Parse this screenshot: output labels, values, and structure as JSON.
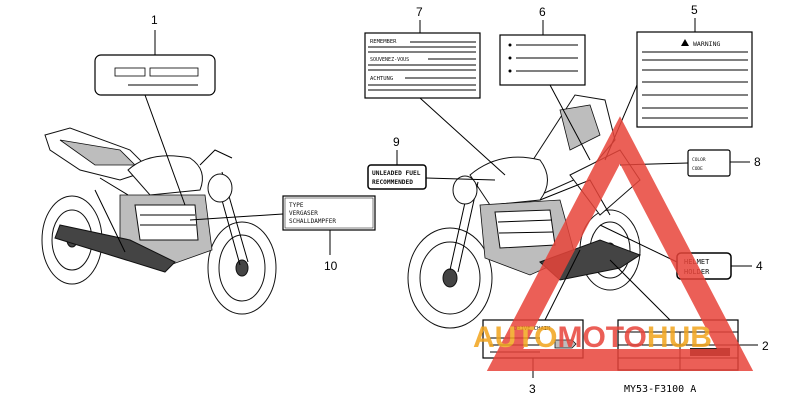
{
  "callouts": {
    "c1": "1",
    "c2": "2",
    "c3": "3",
    "c4": "4",
    "c5": "5",
    "c6": "6",
    "c7": "7",
    "c8": "8",
    "c9": "9",
    "c10": "10"
  },
  "labels": {
    "warning_title": "WARNING",
    "remember": "REMEMBER",
    "souvenez": "SOUVENEZ-VOUS",
    "achtung": "ACHTUNG",
    "unleaded_line1": "UNLEADED FUEL",
    "unleaded_line2": "RECOMMENDED",
    "type_line1": "TYPE",
    "type_line2": "VERGASER",
    "type_line3": "SCHALLDAMPFER",
    "helmet_line1": "HELMET",
    "helmet_line2": "HOLDER",
    "drive_chain": "DRIVE CHAIN",
    "color_line1": "COLOR",
    "color_line2": "CODE"
  },
  "part_code": "MY53-F3100 A",
  "watermark": {
    "part1": "AUTO",
    "part2": "MOTO",
    "part3": "HUB",
    "color_orange": "#f2a41c",
    "color_red": "#e8443a"
  }
}
